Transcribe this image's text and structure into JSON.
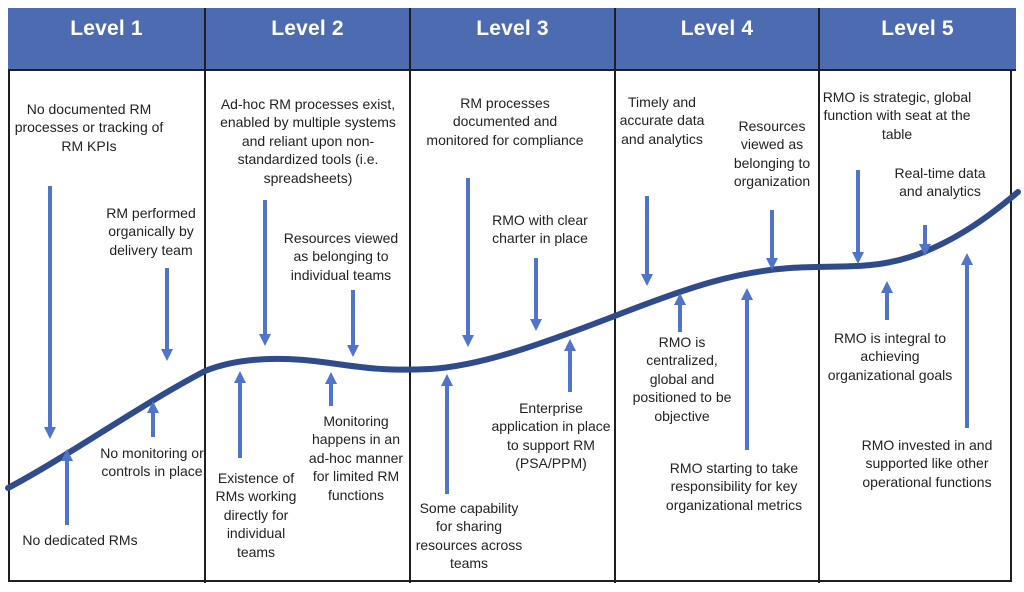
{
  "colors": {
    "header_bg": "#4c6bb1",
    "header_text": "#ffffff",
    "arrow": "#4f74ca",
    "curve": "#2f4b8b",
    "border": "#1f1f1f",
    "body_text": "#222222"
  },
  "columns": [
    {
      "header": "Level 1",
      "annotations": [
        {
          "text": "No documented RM processes or tracking of RM KPIs"
        },
        {
          "text": "RM performed organically by delivery team"
        },
        {
          "text": "No monitoring or controls in place"
        },
        {
          "text": "No dedicated RMs"
        }
      ]
    },
    {
      "header": "Level 2",
      "annotations": [
        {
          "text": "Ad-hoc RM processes exist, enabled by multiple systems and reliant upon non-standardized tools (i.e. spreadsheets)"
        },
        {
          "text": "Resources viewed as belonging to individual teams"
        },
        {
          "text": "Existence of RMs working directly for individual teams"
        },
        {
          "text": "Monitoring happens in an ad-hoc manner for limited RM functions"
        }
      ]
    },
    {
      "header": "Level 3",
      "annotations": [
        {
          "text": "RM processes documented and monitored for compliance"
        },
        {
          "text": "RMO with clear charter in place"
        },
        {
          "text": "Some capability for sharing resources across teams"
        },
        {
          "text": "Enterprise application in place to support RM (PSA/PPM)"
        }
      ]
    },
    {
      "header": "Level 4",
      "annotations": [
        {
          "text": "Timely and accurate data and analytics"
        },
        {
          "text": "Resources viewed as belonging to organization"
        },
        {
          "text": "RMO is centralized, global and positioned to be objective"
        },
        {
          "text": "RMO starting to take responsibility for key organizational metrics"
        }
      ]
    },
    {
      "header": "Level 5",
      "annotations": [
        {
          "text": "RMO is strategic, global function with seat at the table"
        },
        {
          "text": "Real-time data and analytics"
        },
        {
          "text": "RMO is integral to achieving organizational goals"
        },
        {
          "text": "RMO invested in and supported like other operational functions"
        }
      ]
    }
  ]
}
